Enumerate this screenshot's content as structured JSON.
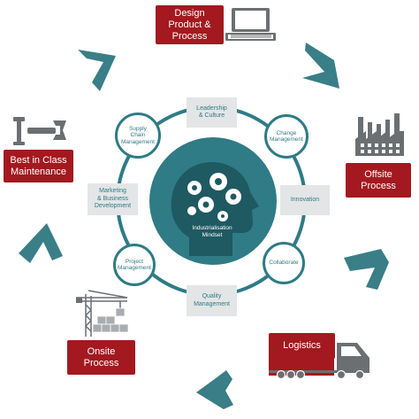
{
  "colors": {
    "teal": "#2f7b86",
    "red": "#a3191f",
    "grey": "#e3e5e6",
    "icon_grey": "#6b6f72"
  },
  "outer_steps": [
    {
      "lines": [
        "Design",
        "Product &",
        "Process"
      ],
      "icon": "laptop-icon"
    },
    {
      "lines": [
        "Offsite",
        "Process"
      ],
      "icon": "factory-icon"
    },
    {
      "lines": [
        "Logistics"
      ],
      "icon": "truck-icon"
    },
    {
      "lines": [
        "Onsite",
        "Process"
      ],
      "icon": "crane-icon"
    },
    {
      "lines": [
        "Best in Class",
        "Maintenance"
      ],
      "icon": "wrench-bolt-icon"
    }
  ],
  "inner_boxes": [
    {
      "lines": [
        "Leadership",
        "& Culture"
      ]
    },
    {
      "lines": [
        "Innovation"
      ]
    },
    {
      "lines": [
        "Quality",
        "Management"
      ]
    },
    {
      "lines": [
        "Marketing",
        "& Business",
        "Development"
      ]
    }
  ],
  "inner_circles": [
    {
      "lines": [
        "Change",
        "Management"
      ]
    },
    {
      "lines": [
        "Collaborate"
      ]
    },
    {
      "lines": [
        "Project",
        "Management"
      ]
    },
    {
      "lines": [
        "Supply",
        "Chain",
        "Management"
      ]
    }
  ],
  "center": {
    "lines": [
      "Industrialisation",
      "Mindset"
    ],
    "icon": "head-gears-icon"
  }
}
